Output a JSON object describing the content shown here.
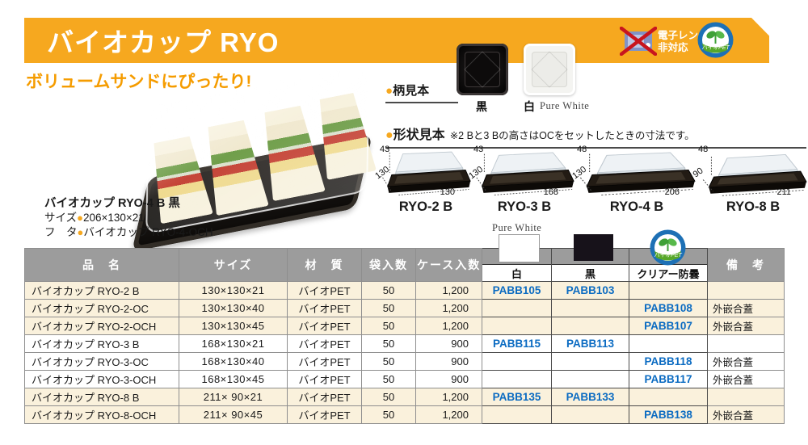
{
  "colors": {
    "banner_orange": "#F6A81F",
    "accent_orange": "#F59C00",
    "header_gray": "#9C9C9C",
    "row_beige": "#FAF1DC",
    "code_blue": "#0B6BC2",
    "cross_red": "#C8151E"
  },
  "header": {
    "title": "バイオカップ RYO",
    "microwave_line1": "電子レンジ",
    "microwave_line2": "非対応",
    "biopet_label": "バイオPET"
  },
  "tagline": "ボリュームサンドにぴったり!",
  "caption": {
    "name": "バイオカップ RYO-4 B 黒",
    "size_label": "サイズ",
    "bullet": "●",
    "size_value": "206×130×21",
    "lid_label": "フ　タ",
    "lid_value": "バイオカップ RYO-4-OCH"
  },
  "pattern_section": {
    "bullet": "●",
    "heading": "柄見本",
    "black_label": "黒",
    "white_label": "白",
    "white_sublabel": "Pure White"
  },
  "shape_section": {
    "bullet": "●",
    "heading": "形状見本",
    "note": "※2 Bと3 Bの高さはOCをセットしたときの寸法です。",
    "items": [
      {
        "name": "RYO-2 B",
        "height": "43",
        "depth": "130",
        "width": "130"
      },
      {
        "name": "RYO-3 B",
        "height": "43",
        "depth": "130",
        "width": "168"
      },
      {
        "name": "RYO-4 B",
        "height": "48",
        "depth": "130",
        "width": "206"
      },
      {
        "name": "RYO-8 B",
        "height": "48",
        "depth": "90",
        "width": "211"
      }
    ]
  },
  "table": {
    "pure_white_note": "Pure White",
    "headers": {
      "name": "品　名",
      "size": "サイズ",
      "material": "材　質",
      "bag": "袋入数",
      "case": "ケース入数",
      "white": "白",
      "black": "黒",
      "clear": "クリアー防曇",
      "note": "備　考"
    },
    "rows": [
      {
        "name": "バイオカップ RYO-2 B",
        "size": "130×130×21",
        "material": "バイオPET",
        "bag": "50",
        "case": "1,200",
        "white": "PABB105",
        "black": "PABB103",
        "clear": "",
        "note": ""
      },
      {
        "name": "バイオカップ RYO-2-OC",
        "size": "130×130×40",
        "material": "バイオPET",
        "bag": "50",
        "case": "1,200",
        "white": "",
        "black": "",
        "clear": "PABB108",
        "note": "外嵌合蓋"
      },
      {
        "name": "バイオカップ RYO-2-OCH",
        "size": "130×130×45",
        "material": "バイオPET",
        "bag": "50",
        "case": "1,200",
        "white": "",
        "black": "",
        "clear": "PABB107",
        "note": "外嵌合蓋"
      },
      {
        "name": "バイオカップ RYO-3 B",
        "size": "168×130×21",
        "material": "バイオPET",
        "bag": "50",
        "case": "900",
        "white": "PABB115",
        "black": "PABB113",
        "clear": "",
        "note": ""
      },
      {
        "name": "バイオカップ RYO-3-OC",
        "size": "168×130×40",
        "material": "バイオPET",
        "bag": "50",
        "case": "900",
        "white": "",
        "black": "",
        "clear": "PABB118",
        "note": "外嵌合蓋"
      },
      {
        "name": "バイオカップ RYO-3-OCH",
        "size": "168×130×45",
        "material": "バイオPET",
        "bag": "50",
        "case": "900",
        "white": "",
        "black": "",
        "clear": "PABB117",
        "note": "外嵌合蓋"
      },
      {
        "name": "バイオカップ RYO-8 B",
        "size": "211× 90×21",
        "material": "バイオPET",
        "bag": "50",
        "case": "1,200",
        "white": "PABB135",
        "black": "PABB133",
        "clear": "",
        "note": ""
      },
      {
        "name": "バイオカップ RYO-8-OCH",
        "size": "211× 90×45",
        "material": "バイオPET",
        "bag": "50",
        "case": "1,200",
        "white": "",
        "black": "",
        "clear": "PABB138",
        "note": "外嵌合蓋"
      }
    ]
  }
}
